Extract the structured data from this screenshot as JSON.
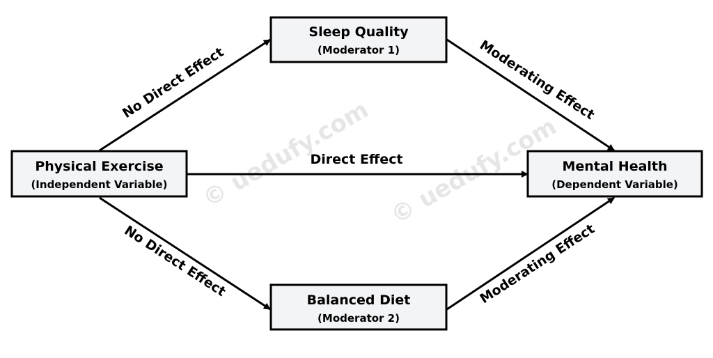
{
  "nodes": {
    "exercise": {
      "title": "Physical Exercise",
      "subtitle": "(Independent Variable)"
    },
    "sleep": {
      "title": "Sleep Quality",
      "subtitle": "(Moderator 1)"
    },
    "diet": {
      "title": "Balanced Diet",
      "subtitle": "(Moderator 2)"
    },
    "health": {
      "title": "Mental Health",
      "subtitle": "(Dependent Variable)"
    }
  },
  "edges": {
    "exercise_sleep": "No Direct Effect",
    "exercise_diet": "No Direct Effect",
    "exercise_health": "Direct Effect",
    "sleep_health": "Moderating Effect",
    "diet_health": "Moderating Effect"
  },
  "watermark": "© uedufy.com",
  "colors": {
    "box_fill": "#f3f4f6",
    "stroke": "#000000",
    "watermark": "#e6e6e6"
  }
}
